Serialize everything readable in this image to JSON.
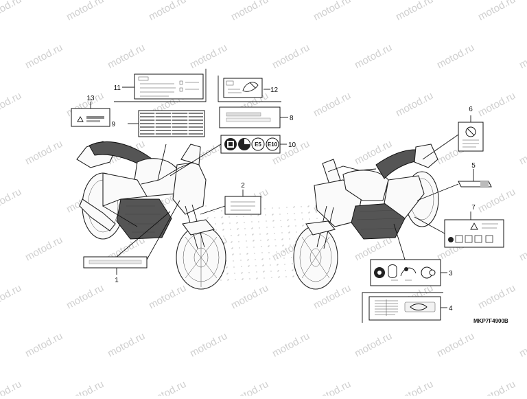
{
  "watermark": "motod.ru",
  "diagram_code": "MKP7F4900B",
  "callouts": {
    "c1": "1",
    "c2": "2",
    "c3": "3",
    "c4": "4",
    "c5": "5",
    "c6": "6",
    "c7": "7",
    "c8": "8",
    "c9": "9",
    "c10": "10",
    "c11": "11",
    "c12": "12",
    "c13": "13"
  },
  "label10": {
    "e5": "E5",
    "e10": "E10"
  }
}
